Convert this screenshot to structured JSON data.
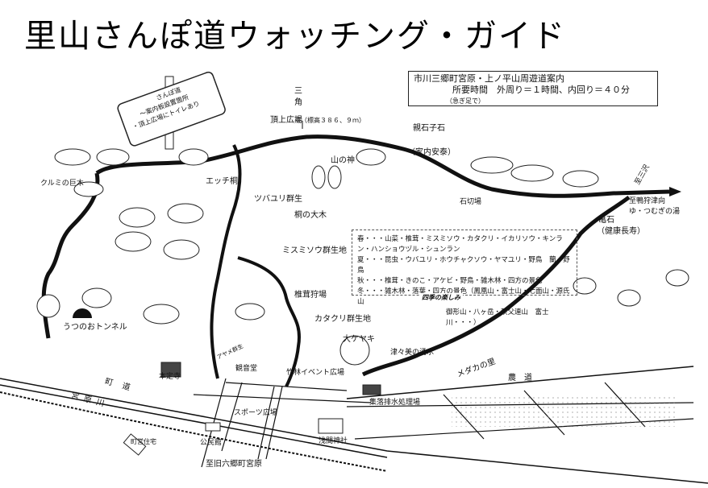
{
  "title": "里山さんぽ道ウォッチング・ガイド",
  "info": {
    "line1": "市川三郷町宮原・上ノ平山周遊道案内",
    "line2": "所要時間　外周り＝１時間、内回り＝４０分",
    "line3": "（急ぎ足で）"
  },
  "legend_sign": {
    "trail": "さんぽ道",
    "guide_board": "～案内板設置箇所",
    "toilet": "・頂上広場にトイレあり"
  },
  "seasons": {
    "spring": "春・・・山菜・椎茸・ミスミソウ・カタクリ・イカリソウ・キンラン・ハンショウヅル・シュンラン",
    "spring2": "蘭・野鳥",
    "summer": "夏・・・昆虫・ウバユリ・ホウチャクソウ・ヤマユリ・野鳥",
    "autumn": "秋・・・椎茸・きのこ・アケビ・野鳥・雑木林・四方の景色",
    "winter": "冬・・・雑木林・落葉・四方の景色（鳳凰山・富士山・七面山・源氏山",
    "winter2": "御形山・八ヶ岳・秩父連山　富士川・・・）",
    "heading": "四季の楽しみ"
  },
  "labels": {
    "sankaku1": "三",
    "sankaku2": "角",
    "sankaku3": "点（標高３８６、９ｍ）",
    "summit": "頂上広場",
    "yamanokami": "山の神",
    "oyaishi": "親石子石",
    "oyaishi_sub": "（家内安泰）",
    "ecchi": "エッチ桐",
    "tsubayuri": "ツバユリ群生",
    "kiri": "桐の大木",
    "ishikiri": "石切場",
    "misawa": "至三沢",
    "kamo1": "至鴨狩津向",
    "kamo2": "ゆ・つむぎの湯",
    "kameishi": "亀石",
    "kameishi_sub": "（健康長寿）",
    "kurumi": "クルミの巨木",
    "tunnel": "うつのおトンネル",
    "misumisou": "ミスミソウ群生地",
    "shiitake": "椎茸狩場",
    "katakuri": "カタクリ群生地",
    "keyaki": "大ケヤキ",
    "yusui": "津々美の湧水",
    "medaka": "メダカの里",
    "noudou": "農道",
    "haisui": "集落排水処理場",
    "chikurin": "竹林イベント広場",
    "kannon": "観音堂",
    "honjoji": "本定寺",
    "ayame": "アヤメ群生",
    "choudou": "町道",
    "miyahara": "宮原川",
    "sports": "スポーツ広場",
    "sengen": "浅間神社",
    "kominkan": "公民館",
    "choei": "町営住宅",
    "to_rokugo": "至旧六郷町宮原"
  }
}
